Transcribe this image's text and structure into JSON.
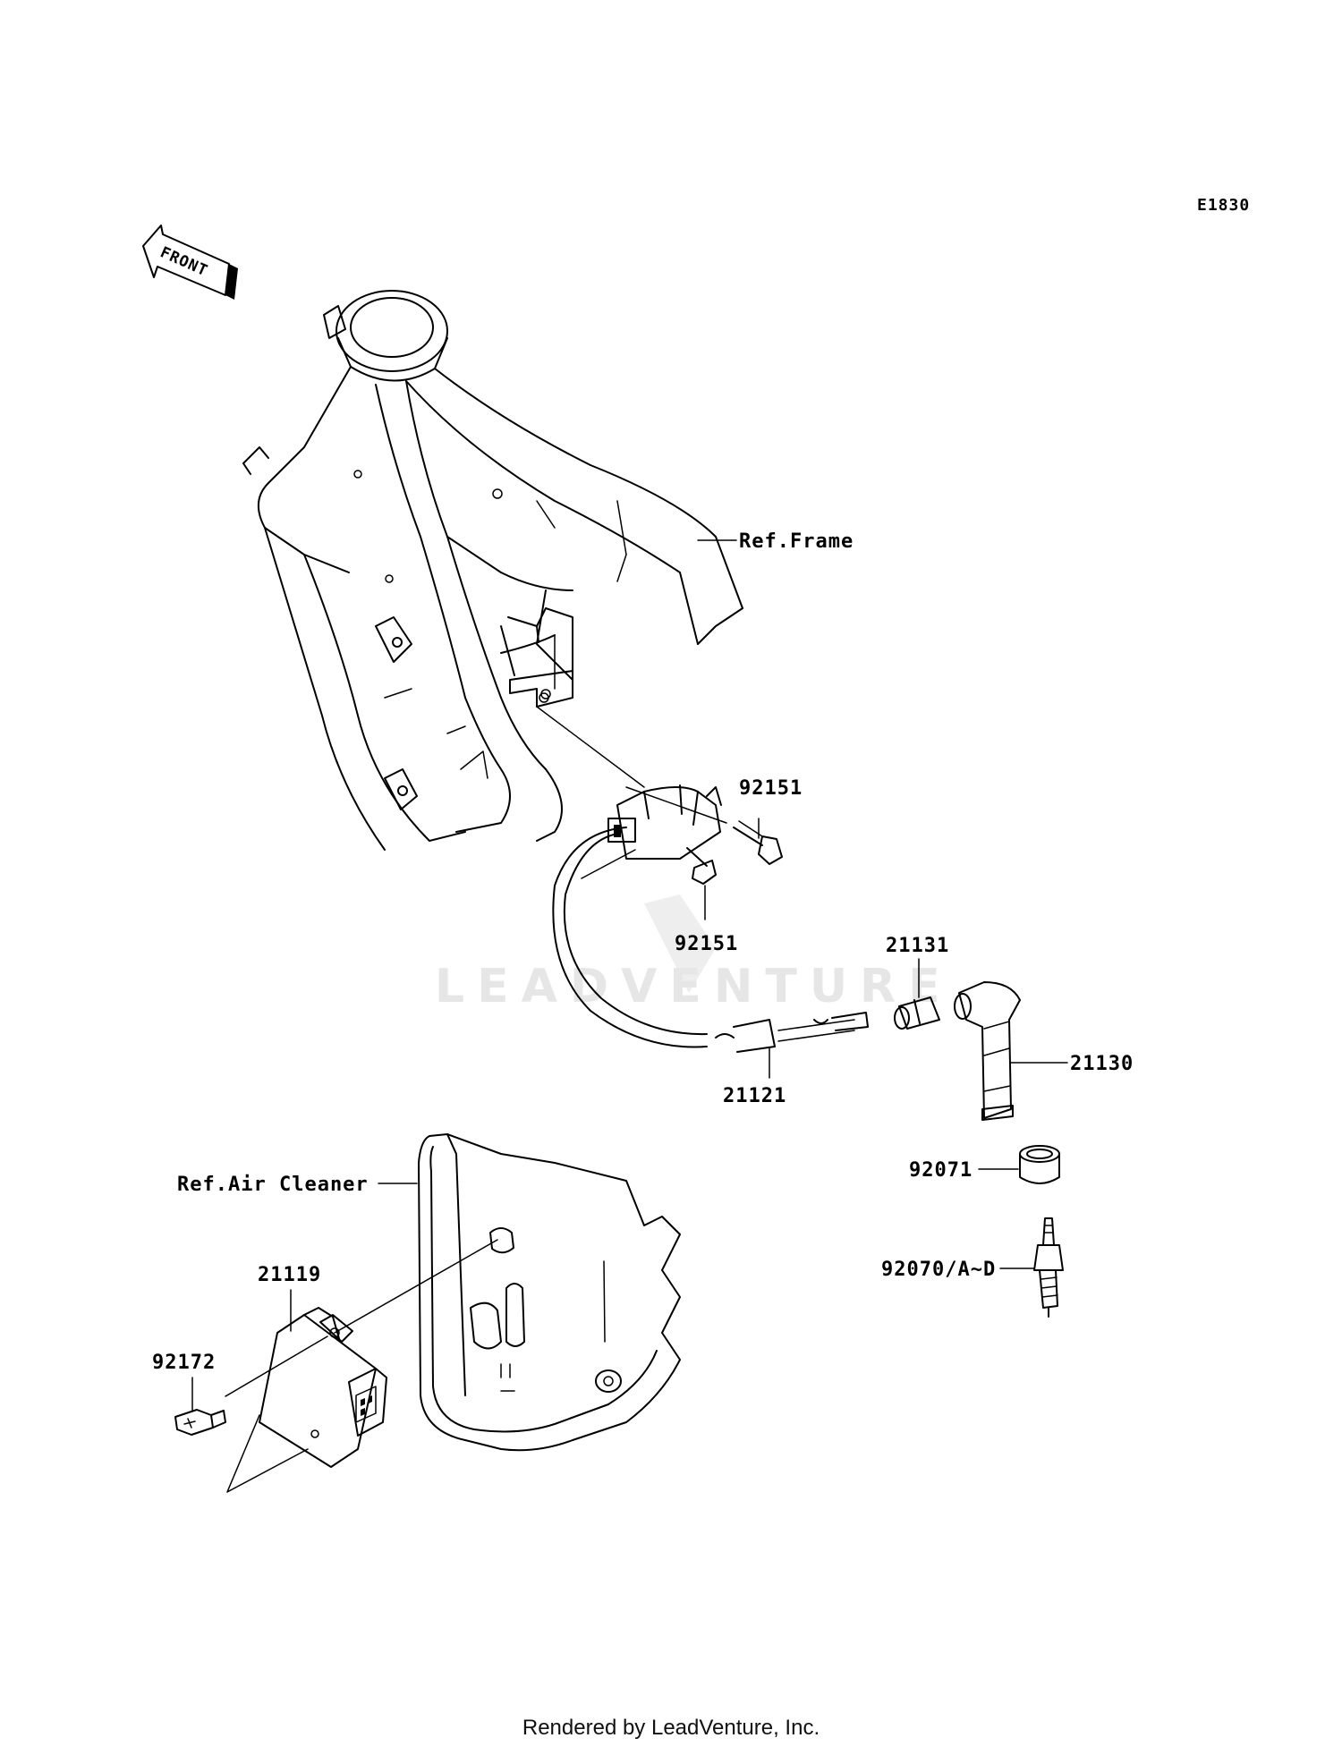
{
  "diagram": {
    "code": "E1830",
    "front_label": "FRONT",
    "watermark": "LEADVENTURE",
    "refs": {
      "frame": "Ref.Frame",
      "air_cleaner": "Ref.Air Cleaner"
    },
    "parts": {
      "bolt_upper": "92151",
      "bolt_lower": "92151",
      "cap_seal": "21131",
      "plug_cap": "21130",
      "lead_wire": "21121",
      "cap_ring": "92071",
      "spark_plug": "92070/A~D",
      "igniter": "21119",
      "igniter_bolt": "92172"
    }
  },
  "footer": "Rendered by LeadVenture, Inc."
}
